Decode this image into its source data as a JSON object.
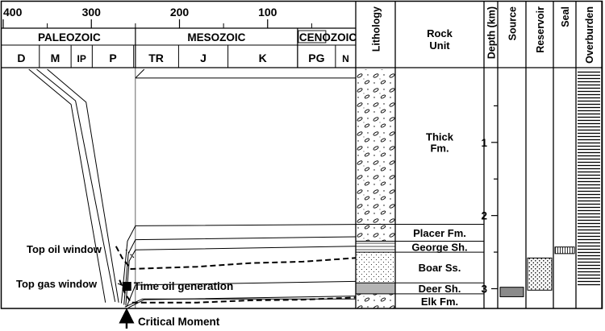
{
  "chart_data": {
    "type": "burial-history",
    "time_ticks": [
      400,
      300,
      200,
      100
    ],
    "eras": [
      {
        "label": "PALEOZOIC",
        "from": 400,
        "to": 250.0
      },
      {
        "label": "MESOZOIC",
        "from": 250.0,
        "to": 66.0
      },
      {
        "label": "CENOZOIC",
        "from": 66.0,
        "to": 0
      }
    ],
    "periods": [
      {
        "label": "D",
        "from": 400,
        "to": 359
      },
      {
        "label": "M",
        "from": 359,
        "to": 323
      },
      {
        "label": "IP",
        "from": 323,
        "to": 299
      },
      {
        "label": "P",
        "from": 299,
        "to": 252
      },
      {
        "label": "TR",
        "from": 252,
        "to": 201
      },
      {
        "label": "J",
        "from": 201,
        "to": 145
      },
      {
        "label": "K",
        "from": 145,
        "to": 66
      },
      {
        "label": "PG",
        "from": 66,
        "to": 23
      },
      {
        "label": "N",
        "from": 23,
        "to": 0
      }
    ],
    "column_headers": {
      "lithology": "Lithology",
      "rock_unit": "Rock Unit",
      "depth": "Depth (km)",
      "source": "Source",
      "reservoir": "Reservoir",
      "seal": "Seal",
      "overburden": "Overburden"
    },
    "depth_ticks": [
      1,
      2,
      3
    ],
    "depth_max_km": 3.27,
    "rock_units": [
      {
        "name": "Thick Fm.",
        "top_km": 0.0,
        "base_km": 2.12,
        "lithology": "conglomerate"
      },
      {
        "name": "Placer Fm.",
        "top_km": 2.12,
        "base_km": 2.35,
        "lithology": "conglomerate"
      },
      {
        "name": "George Sh.",
        "top_km": 2.35,
        "base_km": 2.5,
        "lithology": "shale"
      },
      {
        "name": "Boar Ss.",
        "top_km": 2.5,
        "base_km": 2.92,
        "lithology": "sandstone"
      },
      {
        "name": "Deer Sh.",
        "top_km": 2.92,
        "base_km": 3.07,
        "lithology": "source-shale"
      },
      {
        "name": "Elk Fm.",
        "top_km": 3.07,
        "base_km": 3.27,
        "lithology": "conglomerate"
      }
    ],
    "elements": {
      "source": {
        "top_km": 2.98,
        "base_km": 3.11
      },
      "reservoir": {
        "top_km": 2.58,
        "base_km": 3.02
      },
      "seal": {
        "top_km": 2.43,
        "base_km": 2.52
      },
      "overburden": {
        "top_km": 0.0,
        "base_km": 2.96
      }
    },
    "burial_curves": [
      [
        [
          260,
          3.25
        ],
        [
          250,
          2.95
        ],
        [
          0,
          2.9
        ]
      ],
      [
        [
          261,
          3.23
        ],
        [
          257,
          2.62
        ],
        [
          250,
          2.47
        ],
        [
          0,
          2.42
        ]
      ],
      [
        [
          263,
          3.22
        ],
        [
          258,
          2.52
        ],
        [
          250,
          2.33
        ],
        [
          0,
          2.29
        ]
      ],
      [
        [
          266,
          3.2
        ],
        [
          259,
          2.35
        ],
        [
          250,
          2.14
        ],
        [
          0,
          2.12
        ]
      ],
      [
        [
          269,
          3.19
        ],
        [
          306,
          0.45
        ],
        [
          350,
          0.0
        ]
      ],
      [
        [
          273,
          3.18
        ],
        [
          318,
          0.43
        ],
        [
          362,
          0.0
        ]
      ],
      [
        [
          284,
          3.19
        ],
        [
          323,
          0.48
        ],
        [
          371,
          0.0
        ]
      ],
      [
        [
          258,
          3.26
        ],
        [
          240,
          3.15
        ],
        [
          0,
          3.1
        ]
      ],
      [
        [
          262,
          3.25
        ],
        [
          242,
          3.14
        ],
        [
          0,
          3.14
        ]
      ],
      [
        [
          250,
          0.12
        ],
        [
          240,
          0.0
        ]
      ],
      [
        [
          250,
          0.12
        ],
        [
          0,
          0.12
        ]
      ]
    ],
    "oil_window": [
      [
        272,
        2.42
      ],
      [
        265,
        2.58
      ],
      [
        255,
        2.73
      ],
      [
        180,
        2.7
      ],
      [
        120,
        2.65
      ],
      [
        60,
        2.63
      ],
      [
        0,
        2.58
      ]
    ],
    "gas_window": [
      [
        268,
        2.88
      ],
      [
        262,
        3.06
      ],
      [
        255,
        3.19
      ],
      [
        180,
        3.19
      ],
      [
        120,
        3.16
      ],
      [
        60,
        3.15
      ],
      [
        0,
        3.12
      ]
    ],
    "annotations": {
      "top_oil_window": "Top oil window",
      "top_gas_window": "Top gas window",
      "time_oil_generation": "Time oil generation",
      "critical_moment": "Critical Moment"
    },
    "critical_moment_age": 260,
    "oil_generation_age": 262
  }
}
